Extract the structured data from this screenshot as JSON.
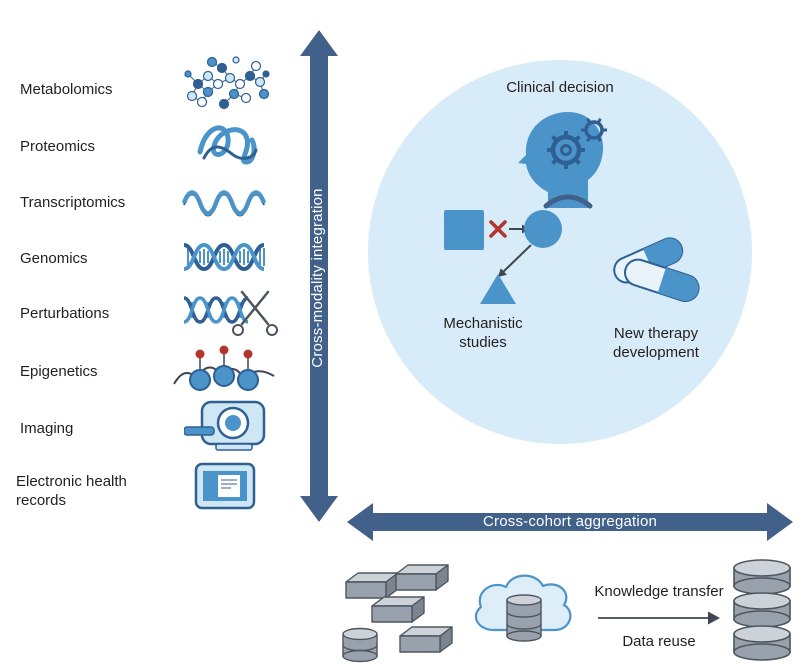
{
  "figure": {
    "modalities": [
      {
        "label": "Metabolomics"
      },
      {
        "label": "Proteomics"
      },
      {
        "label": "Transcriptomics"
      },
      {
        "label": "Genomics"
      },
      {
        "label": "Perturbations"
      },
      {
        "label": "Epigenetics"
      },
      {
        "label": "Imaging"
      },
      {
        "label": "Electronic health records"
      }
    ],
    "axes": {
      "vertical_label": "Cross-modality integration",
      "horizontal_label": "Cross-cohort aggregation"
    },
    "applications": {
      "clinical": "Clinical decision",
      "mechanistic": "Mechanistic\nstudies",
      "therapy": "New therapy\ndevelopment"
    },
    "aggregation": {
      "knowledge_transfer": "Knowledge transfer",
      "data_reuse": "Data reuse"
    },
    "colors": {
      "navy": "#41608a",
      "circle_fill": "#d7ebf8",
      "icon_blue": "#4a94ca",
      "icon_dark_blue": "#2f5f93",
      "icon_light_blue": "#cfe6f5",
      "red": "#b5342c",
      "gray": "#99a2ac",
      "gray_light": "#cdd2d8",
      "gray_dark": "#7c858f",
      "outline": "#4d565f",
      "ink": "#231f20"
    }
  }
}
